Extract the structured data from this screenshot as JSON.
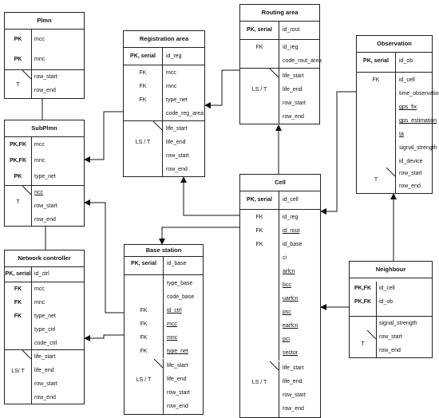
{
  "entities": {
    "plmn": {
      "title": "Plmn",
      "rows": [
        {
          "key": "PK",
          "field": "mcc"
        },
        {
          "key": "PK",
          "field": "mnc"
        }
      ],
      "temporal_key": "T",
      "temporal_rows": [
        "row_start",
        "row_end"
      ]
    },
    "subplmn": {
      "title": "SubPlmn",
      "rows": [
        {
          "key": "PK,FK",
          "field": "mcc"
        },
        {
          "key": "PK,FK",
          "field": "mnc"
        },
        {
          "key": "PK",
          "field": "type_net"
        }
      ],
      "temporal_key": "T",
      "temporal_rows": [
        "ncc",
        "row_start",
        "row_end"
      ]
    },
    "network_controller": {
      "title": "Network controller",
      "pk_key": "PK, serial",
      "pk_field": "id_ctrl",
      "rows": [
        {
          "key": "FK",
          "field": "mcc"
        },
        {
          "key": "FK",
          "field": "mnc"
        },
        {
          "key": "FK",
          "field": "type_net"
        },
        {
          "key": "",
          "field": "type_ctrl"
        },
        {
          "key": "",
          "field": "code_ctrl"
        }
      ],
      "temporal_key": "LS/ T",
      "temporal_rows": [
        "life_start",
        "life_end",
        "row_start",
        "row_end"
      ]
    },
    "registration_area": {
      "title": "Registration area",
      "pk_key": "PK, serial",
      "pk_field": "id_reg",
      "rows": [
        {
          "key": "FK",
          "field": "mcc"
        },
        {
          "key": "FK",
          "field": "mnc"
        },
        {
          "key": "FK",
          "field": "type_net"
        },
        {
          "key": "",
          "field": "code_reg_area"
        }
      ],
      "temporal_key": "LS / T",
      "temporal_rows": [
        "life_start",
        "life_end",
        "row_start",
        "row_end"
      ]
    },
    "routing_area": {
      "title": "Routing area",
      "pk_key": "PK, serial",
      "pk_field": "id_rout",
      "rows": [
        {
          "key": "FK",
          "field": "id_reg"
        },
        {
          "key": "",
          "field": "code_rout_area"
        }
      ],
      "temporal_key": "LS / T",
      "temporal_rows": [
        "life_start",
        "life_end",
        "row_start",
        "row_end"
      ]
    },
    "observation": {
      "title": "Observation",
      "pk_key": "PK, serial",
      "pk_field": "id_ob",
      "rows": [
        {
          "key": "FK",
          "field": "id_cell"
        },
        {
          "key": "",
          "field": "time_observation"
        },
        {
          "key": "",
          "field": "gps_fix",
          "underline": true
        },
        {
          "key": "",
          "field": "gps_estimation",
          "underline": true
        },
        {
          "key": "",
          "field": "ta",
          "underline": true
        },
        {
          "key": "",
          "field": "signal_strength"
        },
        {
          "key": "",
          "field": "id_device"
        }
      ],
      "temporal_key": "T",
      "temporal_rows": [
        "row_start",
        "row_end"
      ]
    },
    "cell": {
      "title": "Cell",
      "pk_key": "PK, serial",
      "pk_field": "id_cell",
      "rows": [
        {
          "key": "FK",
          "field": "id_reg"
        },
        {
          "key": "FK",
          "field": "id_rout",
          "underline": true
        },
        {
          "key": "FK",
          "field": "id_base"
        },
        {
          "key": "",
          "field": "ci"
        },
        {
          "key": "",
          "field": "arfcn",
          "underline": true
        },
        {
          "key": "",
          "field": "bcc",
          "underline": true
        },
        {
          "key": "",
          "field": "uarfcn",
          "underline": true
        },
        {
          "key": "",
          "field": "psc",
          "underline": true
        },
        {
          "key": "",
          "field": "earfcn",
          "underline": true
        },
        {
          "key": "",
          "field": "pci",
          "underline": true
        },
        {
          "key": "",
          "field": "sector",
          "underline": true
        }
      ],
      "temporal_key": "LS / T",
      "temporal_rows": [
        "life_start",
        "life_end",
        "row_start",
        "row_end"
      ]
    },
    "base_station": {
      "title": "Base station",
      "pk_key": "PK, serial",
      "pk_field": "id_base",
      "rows": [
        {
          "key": "",
          "field": "type_base"
        },
        {
          "key": "",
          "field": "code_base"
        },
        {
          "key": "FK",
          "field": "id_ctrl",
          "underline": true
        },
        {
          "key": "FK",
          "field": "mcc",
          "underline": true
        },
        {
          "key": "FK",
          "field": "mnc",
          "underline": true
        },
        {
          "key": "FK",
          "field": "type_net",
          "underline": true
        }
      ],
      "temporal_key": "LS / T",
      "temporal_rows": [
        "life_start",
        "life_end",
        "row_start",
        "row_end"
      ]
    },
    "neighbour": {
      "title": "Neighbour",
      "rows": [
        {
          "key": "PK,FK",
          "field": "id_cell"
        },
        {
          "key": "PK,FK",
          "field": "id_ob"
        }
      ],
      "temporal_key": "T",
      "temporal_rows": [
        "signal_strength",
        "row_start",
        "row_end"
      ]
    }
  }
}
